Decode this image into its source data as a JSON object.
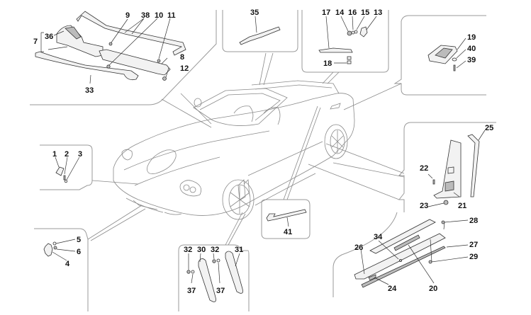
{
  "diagram": {
    "title": "Exploded parts diagram - exterior trim, badges and sill plates (convertible sports car)",
    "callouts": {
      "cowl_group": [
        {
          "id": "7",
          "text": "7"
        },
        {
          "id": "36",
          "text": "36"
        },
        {
          "id": "9",
          "text": "9"
        },
        {
          "id": "38",
          "text": "38"
        },
        {
          "id": "10",
          "text": "10"
        },
        {
          "id": "11",
          "text": "11"
        },
        {
          "id": "8",
          "text": "8"
        },
        {
          "id": "12",
          "text": "12"
        },
        {
          "id": "33",
          "text": "33"
        }
      ],
      "windscreen_badge": [
        {
          "id": "35",
          "text": "35"
        }
      ],
      "rear_badge_group": [
        {
          "id": "17",
          "text": "17"
        },
        {
          "id": "14",
          "text": "14"
        },
        {
          "id": "16",
          "text": "16"
        },
        {
          "id": "15",
          "text": "15"
        },
        {
          "id": "13",
          "text": "13"
        },
        {
          "id": "18",
          "text": "18"
        }
      ],
      "fuel_flap_group": [
        {
          "id": "19",
          "text": "19"
        },
        {
          "id": "40",
          "text": "40"
        },
        {
          "id": "39",
          "text": "39"
        }
      ],
      "front_plate_group": [
        {
          "id": "1",
          "text": "1"
        },
        {
          "id": "2",
          "text": "2"
        },
        {
          "id": "3",
          "text": "3"
        }
      ],
      "nose_badge_group": [
        {
          "id": "5",
          "text": "5"
        },
        {
          "id": "6",
          "text": "6"
        },
        {
          "id": "4",
          "text": "4"
        }
      ],
      "side_vent_group": [
        {
          "id": "32a",
          "text": "32"
        },
        {
          "id": "30",
          "text": "30"
        },
        {
          "id": "32b",
          "text": "32"
        },
        {
          "id": "31",
          "text": "31"
        },
        {
          "id": "37a",
          "text": "37"
        },
        {
          "id": "37b",
          "text": "37"
        }
      ],
      "side_badge": [
        {
          "id": "41",
          "text": "41"
        }
      ],
      "pillar_group": [
        {
          "id": "25",
          "text": "25"
        },
        {
          "id": "22",
          "text": "22"
        },
        {
          "id": "23",
          "text": "23"
        },
        {
          "id": "21",
          "text": "21"
        }
      ],
      "sill_group": [
        {
          "id": "28",
          "text": "28"
        },
        {
          "id": "34",
          "text": "34"
        },
        {
          "id": "26",
          "text": "26"
        },
        {
          "id": "27",
          "text": "27"
        },
        {
          "id": "29",
          "text": "29"
        },
        {
          "id": "24",
          "text": "24"
        },
        {
          "id": "20",
          "text": "20"
        }
      ]
    }
  }
}
